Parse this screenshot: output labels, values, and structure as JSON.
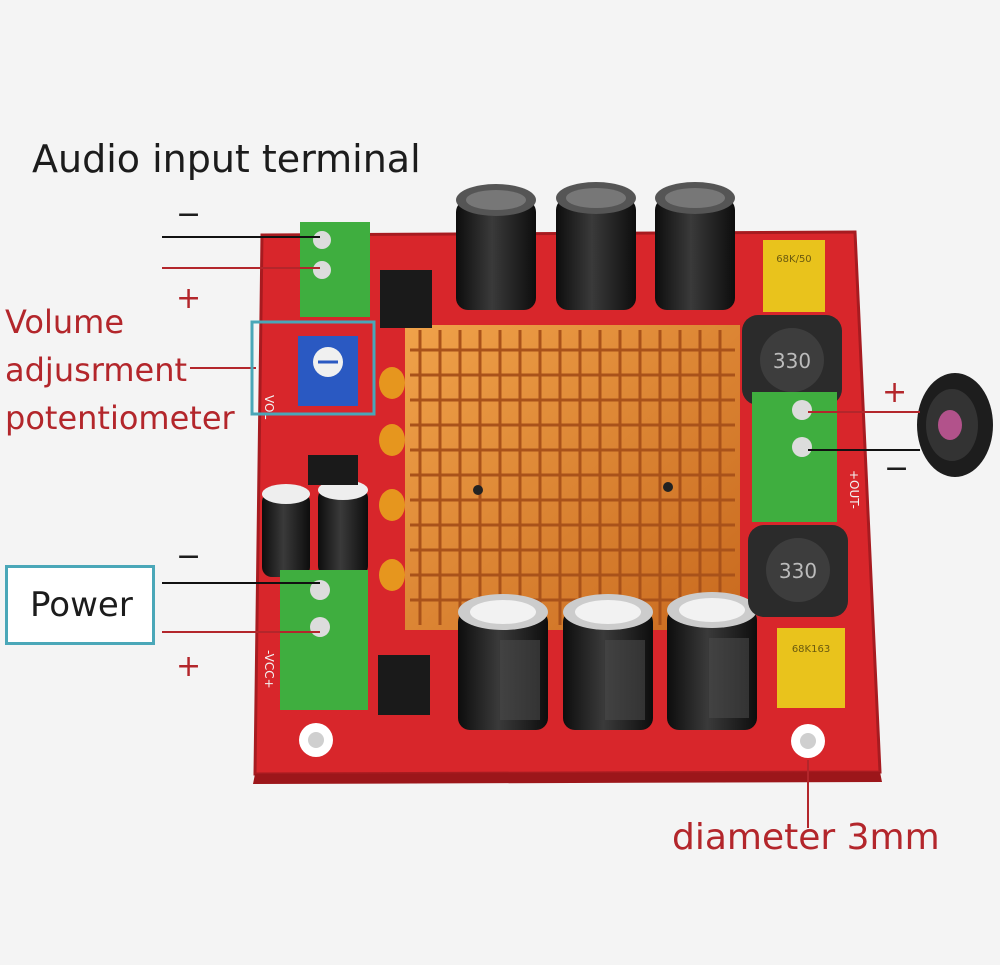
{
  "labels": {
    "audio_input": "Audio input terminal",
    "audio_minus": "−",
    "audio_plus": "+",
    "volume_line1": "Volume",
    "volume_line2": "adjusrment",
    "volume_line3": "potentiometer",
    "power": "Power",
    "power_minus": "−",
    "power_plus": "+",
    "speaker_plus": "+",
    "speaker_minus": "−",
    "diameter": "diameter 3mm"
  },
  "silkscreen": {
    "vol": "VOL",
    "vcc": "-VCC+",
    "out": "+OUT-",
    "inductor_top": "330",
    "inductor_bottom": "330",
    "cap_top": "68K/50",
    "cap_bottom": "68K163"
  },
  "colors": {
    "board": "#d8262b",
    "heatsink": "#e0862e",
    "terminal": "#3fae3f",
    "label_red": "#b3262b",
    "callout_box": "#4aa7b8"
  }
}
